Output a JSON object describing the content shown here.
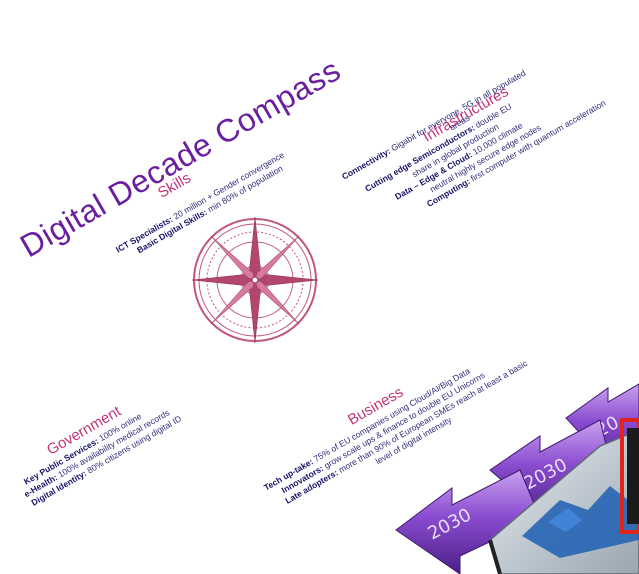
{
  "title": "Digital Decade Compass",
  "skills": {
    "heading": "Skills",
    "items": [
      {
        "label": "ICT Specialists:",
        "text": " 20 million + Gender convergence"
      },
      {
        "label": "Basic Digital Skills:",
        "text": " min 80% of population"
      }
    ]
  },
  "infrastructures": {
    "heading": "Infrastructures",
    "items": [
      {
        "label": "Connectivity:",
        "text": " Gigabit for everyone, 5G in all populated"
      },
      {
        "label": "",
        "text": "areas"
      },
      {
        "label": "Cutting edge Semiconductors:",
        "text": " double EU"
      },
      {
        "label": "",
        "text": "share in global production"
      },
      {
        "label": "Data – Edge & Cloud:",
        "text": " 10,000 climate"
      },
      {
        "label": "",
        "text": "neutral highly secure edge nodes"
      },
      {
        "label": "Computing:",
        "text": " first computer with quantum acceleration"
      }
    ]
  },
  "government": {
    "heading": "Government",
    "items": [
      {
        "label": "Key Public Services:",
        "text": " 100% online"
      },
      {
        "label": "e-Health:",
        "text": " 100% availability medical records"
      },
      {
        "label": "Digital Identity:",
        "text": " 80% citizens using digital ID"
      }
    ]
  },
  "business": {
    "heading": "Business",
    "items": [
      {
        "label": "Tech up-take:",
        "text": " 75% of EU companies using Cloud/AI/Big Data"
      },
      {
        "label": "Innovators:",
        "text": " grow scale ups & finance to double EU Unicorns"
      },
      {
        "label": "Late adopters:",
        "text": " more than 90% of European SMEs reach at least a basic"
      },
      {
        "label": "",
        "text": "level of digital intensity"
      }
    ]
  },
  "arrows": {
    "labels": [
      "2030",
      "2030",
      "20"
    ],
    "colors": [
      "#8a4bd0",
      "#7d3fc4",
      "#9a5ad6"
    ]
  },
  "colors": {
    "title": "#6a1fa0",
    "heading": "#c0357a",
    "body": "#2e2e7a",
    "compass": "#c2567c"
  }
}
